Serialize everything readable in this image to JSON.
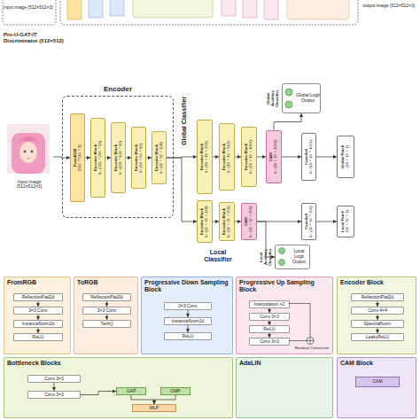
{
  "diagram": {
    "nodes": [
      {
        "text": [
          "Input Image (512×512×3)"
        ]
      },
      {
        "text": [
          "Encoder"
        ]
      },
      {
        "text": [
          "FromRGB",
          "(512×512×3)"
        ],
        "in": 1
      },
      {
        "text": [
          "Encoder Block",
          "In: (256×256×16)"
        ],
        "in": 1
      },
      {
        "text": [
          "Encoder Block",
          "In: (128×128×32)"
        ],
        "in": 1
      },
      {
        "text": [
          "Encoder Block",
          "In: (64×64×64)"
        ],
        "in": 1
      },
      {
        "text": [
          "Encoder Block",
          "In: (32×32×128)"
        ],
        "in": 1
      },
      {
        "text": [
          "Encoder Block",
          "In: (16×16×256)"
        ]
      },
      {
        "text": [
          "Encoder Block",
          "In: (16×16×512)"
        ]
      },
      {
        "text": [
          "Encoder Block",
          "In: (16×16×1024)"
        ]
      },
      {
        "text": [
          "CAM",
          "In: (16×16×1024)"
        ]
      },
      {
        "text": [
          "Conv4x4",
          "In: (16×16×1024)"
        ]
      },
      {
        "text": [
          "Global Patch",
          "(16×16×1)"
        ]
      },
      {
        "text": [
          "Global Auxiliary Classifier",
          "Global Logit Output"
        ]
      },
      {
        "text": [
          "Encoder Block",
          "In: (32×32×128)"
        ]
      },
      {
        "text": [
          "Encoder Block",
          "In: (32×32×256)"
        ]
      },
      {
        "text": [
          "CAM",
          "In: (32×32×256)"
        ]
      },
      {
        "text": [
          "Conv4x4",
          "In: (32×32×256)"
        ]
      },
      {
        "text": [
          "Local Patch",
          "(32×32×1)"
        ]
      },
      {
        "text": [
          "Local Auxiliary Classifier",
          "Local Logit Output"
        ]
      },
      {
        "text": [
          "FromRGB"
        ]
      },
      {
        "text": [
          "ReflectionPad2d"
        ],
        "in": 20
      },
      {
        "text": [
          "3×3 Conv"
        ],
        "in": 20
      },
      {
        "text": [
          "InstanceNorm2d"
        ],
        "in": 20
      },
      {
        "text": [
          "ReLU"
        ],
        "in": 20
      },
      {
        "text": [
          "ToRGB"
        ]
      },
      {
        "text": [
          "ReflectionPad2d"
        ],
        "in": 25
      },
      {
        "text": [
          "3×3 Conv"
        ],
        "in": 25
      },
      {
        "text": [
          "Tanh()"
        ],
        "in": 25
      },
      {
        "text": [
          "Progressive Down Sampling Block"
        ]
      },
      {
        "text": [
          "3×3 Conv"
        ],
        "in": 29
      },
      {
        "text": [
          "InstanceNorm2d"
        ],
        "in": 29
      },
      {
        "text": [
          "ReLU"
        ],
        "in": 29
      },
      {
        "text": [
          "Progressive Up Sampling Block"
        ]
      },
      {
        "text": [
          "Interpolation ×2"
        ],
        "in": 33
      },
      {
        "text": [
          "Conv 3×3"
        ],
        "in": 33
      },
      {
        "text": [
          "ReLU"
        ],
        "in": 33
      },
      {
        "text": [
          "Conv 3×3"
        ],
        "in": 33
      },
      {
        "text": [
          "Encoder Block"
        ]
      },
      {
        "text": [
          "ReflectionPad2d"
        ],
        "in": 38
      },
      {
        "text": [
          "Conv 4×4"
        ],
        "in": 38
      },
      {
        "text": [
          "SpectralNorm"
        ],
        "in": 38
      },
      {
        "text": [
          "LeakyReLU"
        ],
        "in": 38
      },
      {
        "text": [
          "Bottleneck Blocks"
        ]
      },
      {
        "text": [
          "Conv 3×3"
        ],
        "in": 43
      },
      {
        "text": [
          "Conv 3×3"
        ],
        "in": 43
      },
      {
        "text": [
          "GAP"
        ],
        "in": 43
      },
      {
        "text": [
          "GMP"
        ],
        "in": 43
      },
      {
        "text": [
          "MLP"
        ],
        "in": 43
      },
      {
        "text": [
          "AdaLIN"
        ]
      },
      {
        "text": [
          "CAM Block"
        ]
      },
      {
        "text": [
          "CAM"
        ],
        "in": 50
      }
    ],
    "edges": [
      {
        "from": 0,
        "to": 2,
        "arrow": "to"
      },
      {
        "from": 2,
        "to": 3,
        "arrow": "to"
      },
      {
        "from": 3,
        "to": 4,
        "arrow": "to"
      },
      {
        "from": 4,
        "to": 5,
        "arrow": "to"
      },
      {
        "from": 5,
        "to": 6,
        "arrow": "to"
      },
      {
        "from": 6,
        "to": 7,
        "arrow": "to"
      },
      {
        "from": 6,
        "to": 14,
        "arrow": "to"
      },
      {
        "from": 7,
        "to": 8,
        "arrow": "to"
      },
      {
        "from": 8,
        "to": 9,
        "arrow": "to"
      },
      {
        "from": 9,
        "to": 10,
        "arrow": "to"
      },
      {
        "from": 10,
        "to": 11,
        "arrow": "to"
      },
      {
        "from": 11,
        "to": 12,
        "arrow": "to"
      },
      {
        "from": 10,
        "to": 13,
        "arrow": "to"
      },
      {
        "from": 14,
        "to": 15,
        "arrow": "to"
      },
      {
        "from": 15,
        "to": 16,
        "arrow": "to"
      },
      {
        "from": 16,
        "to": 17,
        "arrow": "to"
      },
      {
        "from": 17,
        "to": 18,
        "arrow": "to"
      },
      {
        "from": 16,
        "to": 19,
        "arrow": "to"
      },
      {
        "from": 21,
        "to": 22,
        "arrow": "to"
      },
      {
        "from": 22,
        "to": 23,
        "arrow": "to"
      },
      {
        "from": 23,
        "to": 24,
        "arrow": "to"
      },
      {
        "from": 26,
        "to": 27,
        "arrow": "to"
      },
      {
        "from": 27,
        "to": 28,
        "arrow": "to"
      },
      {
        "from": 30,
        "to": 31,
        "arrow": "to"
      },
      {
        "from": 31,
        "to": 32,
        "arrow": "to"
      },
      {
        "from": 34,
        "to": 35,
        "arrow": "to"
      },
      {
        "from": 35,
        "to": 36,
        "arrow": "to"
      },
      {
        "from": 36,
        "to": 37,
        "arrow": "to"
      },
      {
        "from": 39,
        "to": 40,
        "arrow": "to"
      },
      {
        "from": 40,
        "to": 41,
        "arrow": "to"
      },
      {
        "from": 41,
        "to": 42,
        "arrow": "to"
      },
      {
        "from": 44,
        "to": 45,
        "arrow": "to"
      },
      {
        "from": 45,
        "to": 46,
        "arrow": "to"
      },
      {
        "from": 46,
        "to": 48,
        "arrow": "to"
      },
      {
        "from": 47,
        "to": 48,
        "arrow": "to"
      }
    ],
    "labels": [
      "input image (512×512×3)",
      "output image (512×512×3)",
      "Pro-U-GAT-IT Discriminator (512×512)",
      "Global Classifier",
      "Local Classifier",
      "Residual Connection"
    ]
  }
}
